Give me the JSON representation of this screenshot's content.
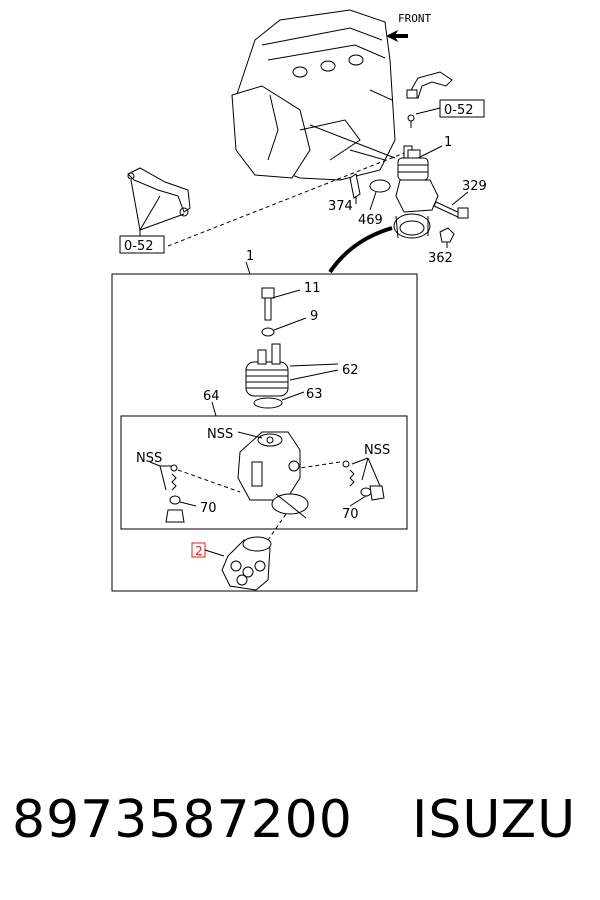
{
  "diagram": {
    "front_label": "FRONT",
    "callouts": {
      "ref_top_right": "0-52",
      "ref_left": "0-52",
      "part_1_top": "1",
      "part_329": "329",
      "part_374": "374",
      "part_469": "469",
      "part_362": "362",
      "part_1_box": "1",
      "part_11": "11",
      "part_9": "9",
      "part_62": "62",
      "part_63": "63",
      "part_64": "64",
      "nss_center": "NSS",
      "nss_left": "NSS",
      "nss_right": "NSS",
      "part_70_left": "70",
      "part_70_right": "70",
      "part_2_highlight": "2"
    },
    "highlight_color": "#e0201b"
  },
  "footer": {
    "part_number": "8973587200",
    "brand": "ISUZU"
  }
}
